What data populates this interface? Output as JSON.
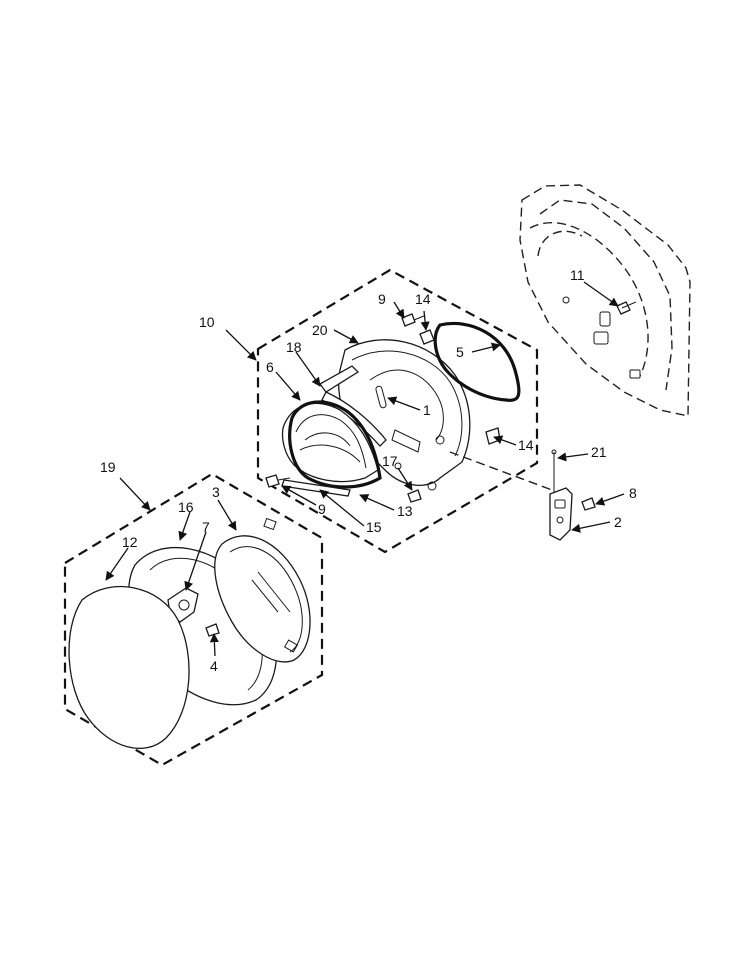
{
  "callouts": {
    "c1": "1",
    "c2": "2",
    "c3": "3",
    "c4": "4",
    "c5": "5",
    "c6": "6",
    "c7": "7",
    "c8": "8",
    "c9a": "9",
    "c9b": "9",
    "c10": "10",
    "c11": "11",
    "c12": "12",
    "c13": "13",
    "c14a": "14",
    "c14b": "14",
    "c15": "15",
    "c16": "16",
    "c17": "17",
    "c18": "18",
    "c19": "19",
    "c20": "20",
    "c21": "21"
  }
}
